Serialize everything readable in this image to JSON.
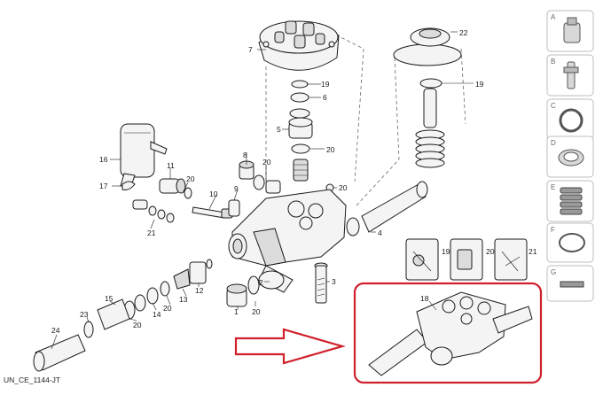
{
  "diagram": {
    "footer_code": "UN_CE_1144-JT",
    "callouts": [
      "1",
      "2",
      "3",
      "4",
      "5",
      "6",
      "7",
      "8",
      "9",
      "10",
      "11",
      "12",
      "13",
      "14",
      "15",
      "16",
      "17",
      "18",
      "19",
      "20",
      "21",
      "22",
      "23",
      "24"
    ],
    "kits": [
      {
        "letter": "A",
        "icon": "nozzle-icon"
      },
      {
        "letter": "B",
        "icon": "plunger-icon"
      },
      {
        "letter": "C",
        "icon": "seal-ring-icon"
      },
      {
        "letter": "D",
        "icon": "gasket-icon"
      },
      {
        "letter": "E",
        "icon": "spring-stack-icon"
      },
      {
        "letter": "F",
        "icon": "o-ring-icon"
      },
      {
        "letter": "G",
        "icon": "bar-icon"
      }
    ],
    "bag_labels": [
      "19",
      "20",
      "21"
    ],
    "highlight_color": "#d0202a",
    "arrow_color": "#d0202a"
  }
}
